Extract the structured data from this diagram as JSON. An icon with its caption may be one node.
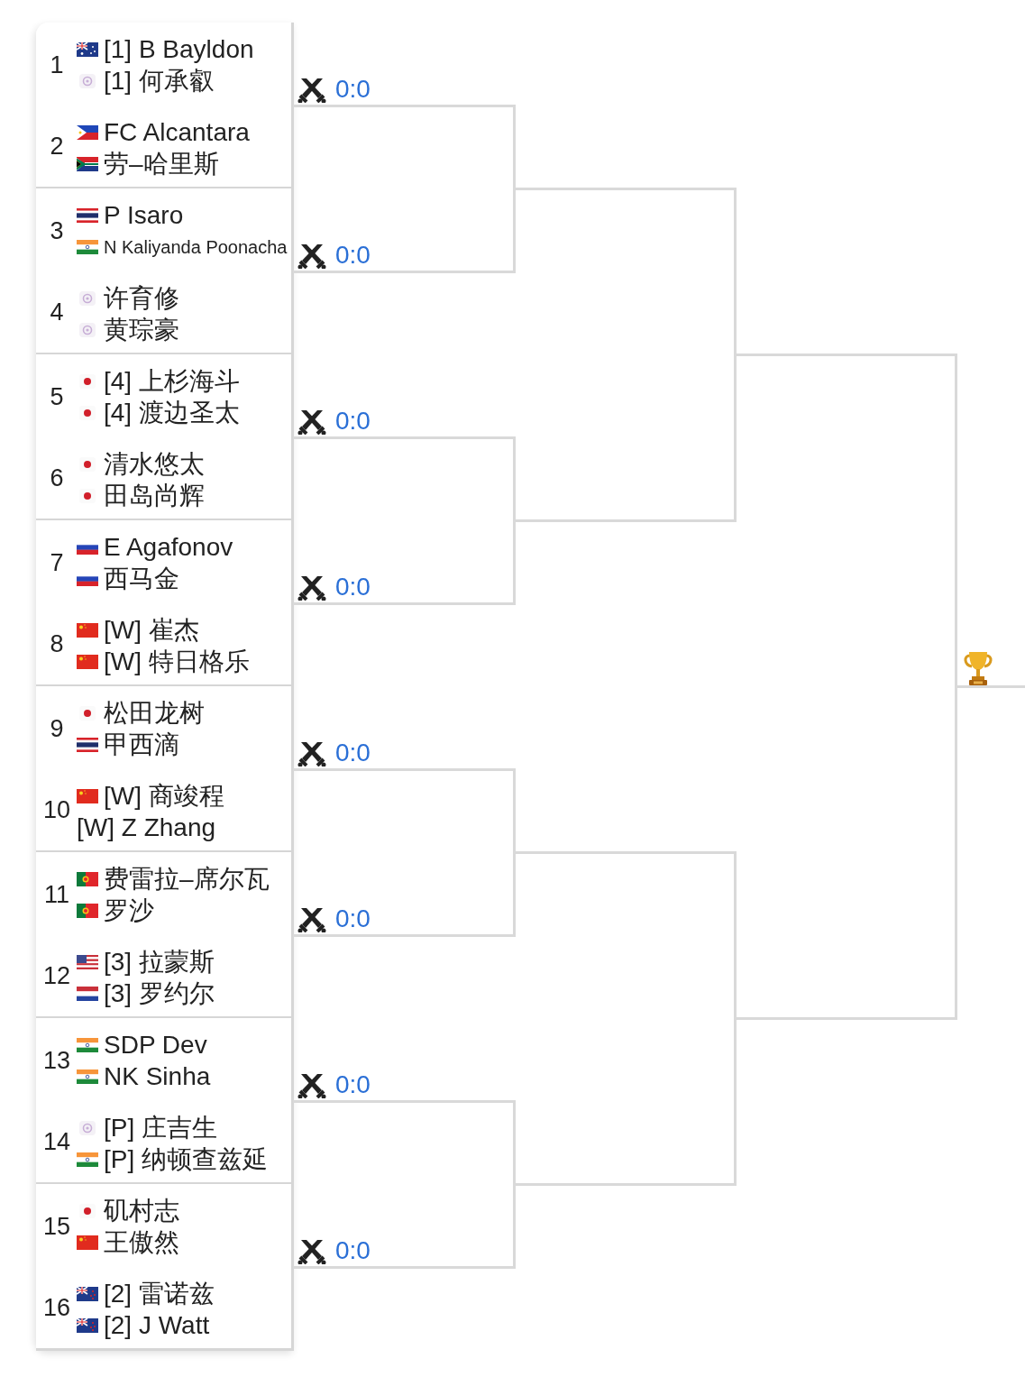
{
  "diagram": {
    "nodes": [
      {
        "text": [
          "1",
          "[1] B Bayldon",
          "[1] 何承叡"
        ]
      },
      {
        "text": [
          "2",
          "FC Alcantara",
          "劳–哈里斯"
        ]
      },
      {
        "text": [
          "3",
          "P Isaro",
          "N Kaliyanda Poonacha"
        ]
      },
      {
        "text": [
          "4",
          "许育修",
          "黄琮豪"
        ]
      },
      {
        "text": [
          "5",
          "[4] 上杉海斗",
          "[4] 渡边圣太"
        ]
      },
      {
        "text": [
          "6",
          "清水悠太",
          "田岛尚辉"
        ]
      },
      {
        "text": [
          "7",
          "E Agafonov",
          "西马金"
        ]
      },
      {
        "text": [
          "8",
          "[W] 崔杰",
          "[W] 特日格乐"
        ]
      },
      {
        "text": [
          "9",
          "松田龙树",
          "甲西滴"
        ]
      },
      {
        "text": [
          "10",
          "[W] 商竣程",
          "[W] Z Zhang"
        ]
      },
      {
        "text": [
          "11",
          "费雷拉–席尔瓦",
          "罗沙"
        ]
      },
      {
        "text": [
          "12",
          "[3] 拉蒙斯",
          "[3] 罗约尔"
        ]
      },
      {
        "text": [
          "13",
          "SDP Dev",
          "NK Sinha"
        ]
      },
      {
        "text": [
          "14",
          "[P] 庄吉生",
          "[P] 纳顿查兹延"
        ]
      },
      {
        "text": [
          "15",
          "矶村志",
          "王傲然"
        ]
      },
      {
        "text": [
          "16",
          "[2] 雷诺兹",
          "[2] J Watt"
        ]
      },
      {
        "text": [],
        "shape": "box"
      },
      {
        "text": [],
        "shape": "box"
      },
      {
        "text": [],
        "shape": "box"
      },
      {
        "text": [],
        "shape": "box"
      },
      {
        "text": [],
        "shape": "box"
      },
      {
        "text": [],
        "shape": "box"
      },
      {
        "text": [],
        "shape": "box"
      }
    ],
    "labels": [
      "0:0",
      "0:0",
      "0:0",
      "0:0",
      "0:0",
      "0:0",
      "0:0",
      "0:0"
    ]
  }
}
